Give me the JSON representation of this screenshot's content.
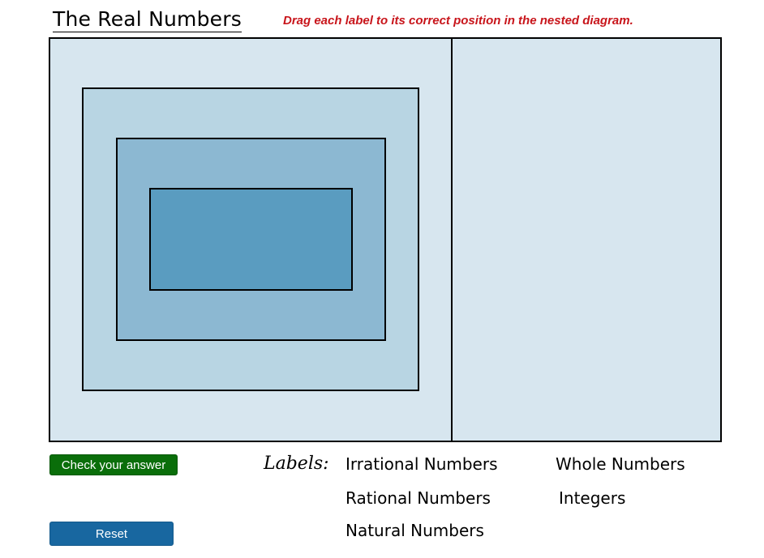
{
  "header": {
    "title": "The Real Numbers",
    "instruction": "Drag each label to its correct position in the nested diagram."
  },
  "diagram": {
    "colors": {
      "outer": "#d7e6ef",
      "rational": "#b8d5e3",
      "integers": "#8cb8d2",
      "whole": "#5a9cc0",
      "border": "#000000"
    }
  },
  "controls": {
    "check_label": "Check your answer",
    "reset_label": "Reset",
    "check_color": "#0a6e0a",
    "reset_color": "#1867a0"
  },
  "labels": {
    "heading": "Labels:",
    "items": [
      "Irrational Numbers",
      "Whole Numbers",
      "Rational Numbers",
      "Integers",
      "Natural Numbers"
    ]
  },
  "instruction_color": "#c8151b"
}
